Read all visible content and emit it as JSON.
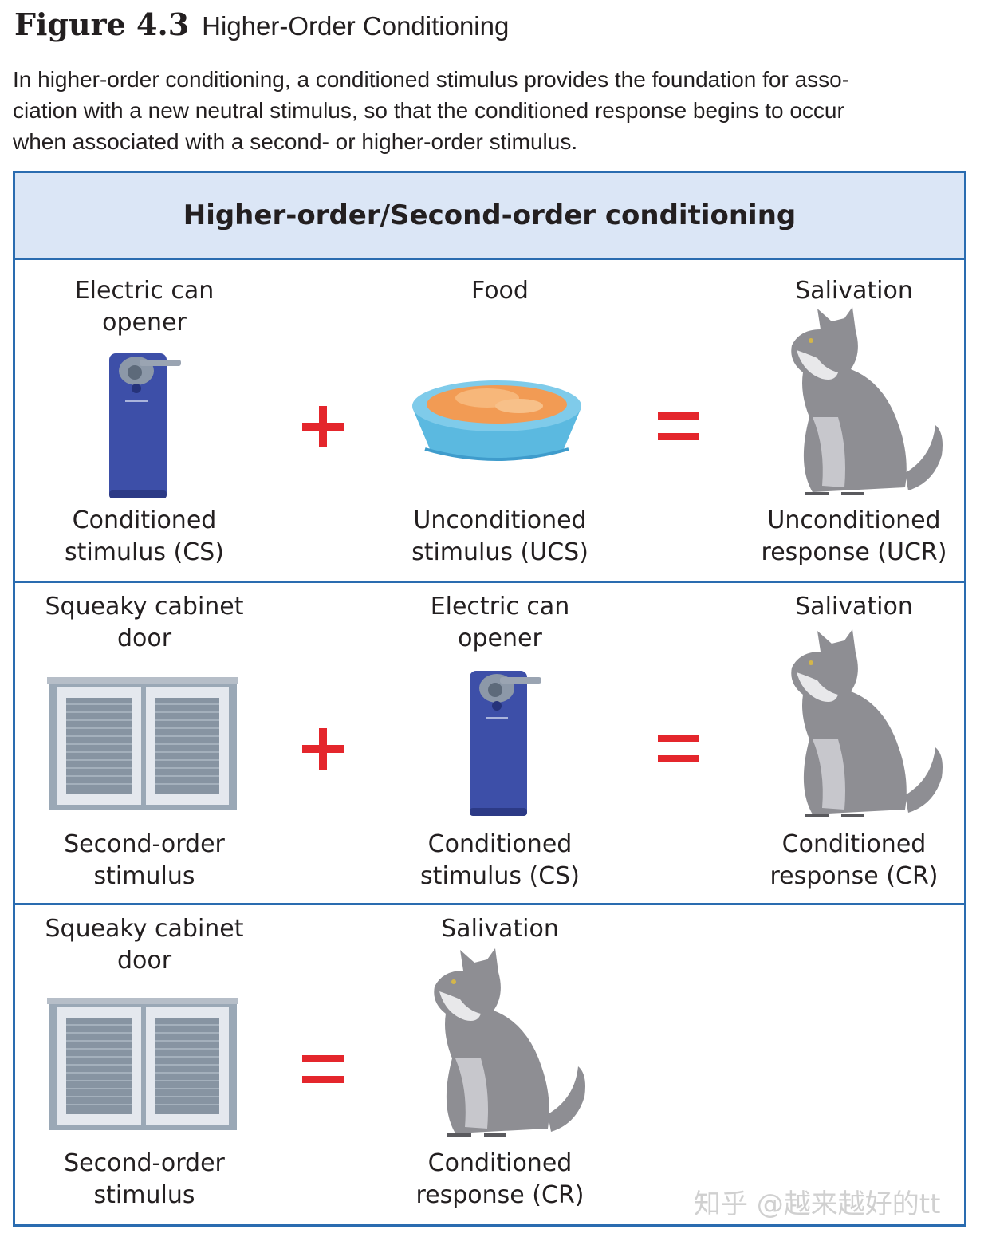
{
  "figure": {
    "number": "Figure 4.3",
    "title": "Higher-Order Conditioning",
    "caption_lines": [
      "In higher-order conditioning, a conditioned stimulus provides the foundation for asso-",
      "ciation with a new neutral stimulus, so that the conditioned response begins to occur",
      "when associated with a second- or higher-order stimulus."
    ]
  },
  "panel": {
    "header": "Higher-order/Second-order conditioning"
  },
  "rows": [
    {
      "col1": {
        "top": "Electric can opener",
        "bottom": "Conditioned stimulus (CS)",
        "icon": "can-opener-icon"
      },
      "op1": "+",
      "col2": {
        "top": "Food",
        "bottom": "Unconditioned stimulus (UCS)",
        "icon": "food-bowl-icon"
      },
      "op2": "=",
      "col3": {
        "top": "Salivation",
        "bottom": "Unconditioned response (UCR)",
        "icon": "cat-icon"
      }
    },
    {
      "col1": {
        "top": "Squeaky cabinet door",
        "bottom": "Second-order stimulus",
        "icon": "cabinet-door-icon"
      },
      "op1": "+",
      "col2": {
        "top": "Electric can opener",
        "bottom": "Conditioned stimulus (CS)",
        "icon": "can-opener-icon"
      },
      "op2": "=",
      "col3": {
        "top": "Salivation",
        "bottom": "Conditioned response (CR)",
        "icon": "cat-icon"
      }
    },
    {
      "col1": {
        "top": "Squeaky cabinet door",
        "bottom": "Second-order stimulus",
        "icon": "cabinet-door-icon"
      },
      "op1": "=",
      "col2": {
        "top": "Salivation",
        "bottom": "Conditioned response (CR)",
        "icon": "cat-icon"
      }
    }
  ],
  "labels_split": {
    "r1c1_top": [
      "Electric can",
      "opener"
    ],
    "r1c1_bot": [
      "Conditioned",
      "stimulus (CS)"
    ],
    "r1c2_top": [
      "Food"
    ],
    "r1c2_bot": [
      "Unconditioned",
      "stimulus (UCS)"
    ],
    "r1c3_top": [
      "Salivation"
    ],
    "r1c3_bot": [
      "Unconditioned",
      "response (UCR)"
    ],
    "r2c1_top": [
      "Squeaky cabinet",
      "door"
    ],
    "r2c1_bot": [
      "Second-order",
      "stimulus"
    ],
    "r2c2_top": [
      "Electric can",
      "opener"
    ],
    "r2c2_bot": [
      "Conditioned",
      "stimulus (CS)"
    ],
    "r2c3_top": [
      "Salivation"
    ],
    "r2c3_bot": [
      "Conditioned",
      "response (CR)"
    ],
    "r3c1_top": [
      "Squeaky cabinet",
      "door"
    ],
    "r3c1_bot": [
      "Second-order",
      "stimulus"
    ],
    "r3c2_top": [
      "Salivation"
    ],
    "r3c2_bot": [
      "Conditioned",
      "response (CR)"
    ]
  },
  "watermark": "知乎 @越来越好的tt",
  "colors": {
    "frame": "#2a6cb0",
    "header_bg": "#dbe6f6",
    "operator": "#e4262c"
  }
}
